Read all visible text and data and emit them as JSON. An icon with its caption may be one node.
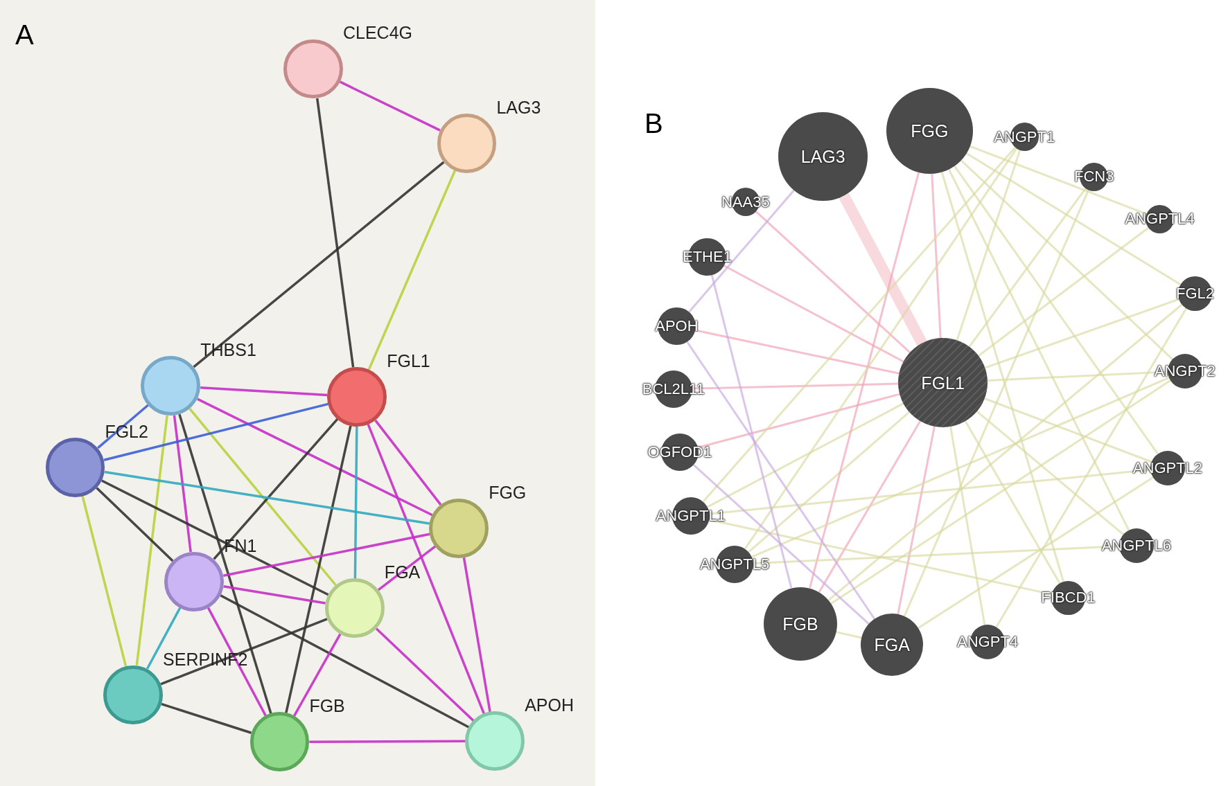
{
  "diagram": {
    "nodes": [
      {
        "text": [
          "CLEC4G"
        ]
      },
      {
        "text": [
          "LAG3"
        ]
      },
      {
        "text": [
          "THBS1"
        ]
      },
      {
        "text": [
          "FGL1"
        ]
      },
      {
        "text": [
          "FGL2"
        ]
      },
      {
        "text": [
          "FGG"
        ]
      },
      {
        "text": [
          "FN1"
        ]
      },
      {
        "text": [
          "FGA"
        ]
      },
      {
        "text": [
          "SERPINF2"
        ]
      },
      {
        "text": [
          "FGB"
        ]
      },
      {
        "text": [
          "APOH"
        ]
      },
      {
        "text": [
          "FGG"
        ]
      },
      {
        "text": [
          "LAG3"
        ]
      },
      {
        "text": [
          "ANGPT1"
        ]
      },
      {
        "text": [
          "FCN3"
        ]
      },
      {
        "text": [
          "NAA35"
        ]
      },
      {
        "text": [
          "ANGPTL4"
        ]
      },
      {
        "text": [
          "ETHE1"
        ]
      },
      {
        "text": [
          "FGL2"
        ]
      },
      {
        "text": [
          "APOH"
        ]
      },
      {
        "text": [
          "FGL1"
        ]
      },
      {
        "text": [
          "ANGPT2"
        ]
      },
      {
        "text": [
          "BCL2L11"
        ]
      },
      {
        "text": [
          "OGFOD1"
        ]
      },
      {
        "text": [
          "ANGPTL2"
        ]
      },
      {
        "text": [
          "ANGPTL1"
        ]
      },
      {
        "text": [
          "ANGPTL6"
        ]
      },
      {
        "text": [
          "ANGPTL5"
        ]
      },
      {
        "text": [
          "FIBCD1"
        ]
      },
      {
        "text": [
          "FGB"
        ]
      },
      {
        "text": [
          "ANGPT4"
        ]
      },
      {
        "text": [
          "FGA"
        ]
      }
    ],
    "edges": [
      {
        "from": 0,
        "to": 1,
        "arrow": "none",
        "color": "#c52fc5"
      },
      {
        "from": 0,
        "to": 3,
        "arrow": "none",
        "color": "#333333"
      },
      {
        "from": 1,
        "to": 3,
        "arrow": "none",
        "color": "#b8d13c"
      },
      {
        "from": 1,
        "to": 2,
        "arrow": "none",
        "color": "#333333"
      },
      {
        "from": 2,
        "to": 3,
        "arrow": "none",
        "color": "#c52fc5"
      },
      {
        "from": 2,
        "to": 4,
        "arrow": "none",
        "color": "#3b5fd6"
      },
      {
        "from": 2,
        "to": 6,
        "arrow": "none",
        "color": "#c52fc5"
      },
      {
        "from": 2,
        "to": 7,
        "arrow": "none",
        "color": "#b8d13c"
      },
      {
        "from": 2,
        "to": 5,
        "arrow": "none",
        "color": "#c52fc5"
      },
      {
        "from": 2,
        "to": 8,
        "arrow": "none",
        "color": "#b8d13c"
      },
      {
        "from": 2,
        "to": 9,
        "arrow": "none",
        "color": "#333333"
      },
      {
        "from": 3,
        "to": 4,
        "arrow": "none",
        "color": "#3b5fd6"
      },
      {
        "from": 3,
        "to": 6,
        "arrow": "none",
        "color": "#333333"
      },
      {
        "from": 3,
        "to": 5,
        "arrow": "none",
        "color": "#c52fc5"
      },
      {
        "from": 3,
        "to": 7,
        "arrow": "none",
        "color": "#30a8c0"
      },
      {
        "from": 3,
        "to": 9,
        "arrow": "none",
        "color": "#333333"
      },
      {
        "from": 3,
        "to": 10,
        "arrow": "none",
        "color": "#c52fc5"
      },
      {
        "from": 4,
        "to": 6,
        "arrow": "none",
        "color": "#333333"
      },
      {
        "from": 4,
        "to": 5,
        "arrow": "none",
        "color": "#30a8c0"
      },
      {
        "from": 4,
        "to": 7,
        "arrow": "none",
        "color": "#333333"
      },
      {
        "from": 4,
        "to": 8,
        "arrow": "none",
        "color": "#b8d13c"
      },
      {
        "from": 5,
        "to": 6,
        "arrow": "none",
        "color": "#c52fc5"
      },
      {
        "from": 5,
        "to": 7,
        "arrow": "none",
        "color": "#c52fc5"
      },
      {
        "from": 5,
        "to": 10,
        "arrow": "none",
        "color": "#c52fc5"
      },
      {
        "from": 6,
        "to": 7,
        "arrow": "none",
        "color": "#c52fc5"
      },
      {
        "from": 6,
        "to": 8,
        "arrow": "none",
        "color": "#30a8c0"
      },
      {
        "from": 6,
        "to": 9,
        "arrow": "none",
        "color": "#c52fc5"
      },
      {
        "from": 6,
        "to": 10,
        "arrow": "none",
        "color": "#333333"
      },
      {
        "from": 7,
        "to": 8,
        "arrow": "none",
        "color": "#333333"
      },
      {
        "from": 7,
        "to": 9,
        "arrow": "none",
        "color": "#c52fc5"
      },
      {
        "from": 7,
        "to": 10,
        "arrow": "none",
        "color": "#c52fc5"
      },
      {
        "from": 8,
        "to": 9,
        "arrow": "none",
        "color": "#333333"
      },
      {
        "from": 9,
        "to": 10,
        "arrow": "none",
        "color": "#c52fc5"
      },
      {
        "from": 20,
        "to": 12,
        "arrow": "none",
        "style": "thick",
        "color": "#f4c4cc"
      },
      {
        "from": 20,
        "to": 11,
        "arrow": "none",
        "color": "#f0a0b4"
      },
      {
        "from": 20,
        "to": 15,
        "arrow": "none",
        "color": "#f0a0b4"
      },
      {
        "from": 20,
        "to": 17,
        "arrow": "none",
        "color": "#f0a0b4"
      },
      {
        "from": 20,
        "to": 19,
        "arrow": "none",
        "color": "#f0a0b4"
      },
      {
        "from": 20,
        "to": 22,
        "arrow": "none",
        "color": "#f0a0b4"
      },
      {
        "from": 20,
        "to": 23,
        "arrow": "none",
        "color": "#f0a0b4"
      },
      {
        "from": 20,
        "to": 25,
        "arrow": "none",
        "color": "#d8d8a0"
      },
      {
        "from": 20,
        "to": 27,
        "arrow": "none",
        "color": "#d8d8a0"
      },
      {
        "from": 20,
        "to": 29,
        "arrow": "none",
        "color": "#f0a0b4"
      },
      {
        "from": 20,
        "to": 31,
        "arrow": "none",
        "color": "#f0a0b4"
      },
      {
        "from": 20,
        "to": 30,
        "arrow": "none",
        "color": "#d8d8a0"
      },
      {
        "from": 20,
        "to": 28,
        "arrow": "none",
        "color": "#d8d8a0"
      },
      {
        "from": 20,
        "to": 26,
        "arrow": "none",
        "color": "#d8d8a0"
      },
      {
        "from": 20,
        "to": 24,
        "arrow": "none",
        "color": "#d8d8a0"
      },
      {
        "from": 20,
        "to": 21,
        "arrow": "none",
        "color": "#d8d8a0"
      },
      {
        "from": 20,
        "to": 18,
        "arrow": "none",
        "color": "#d8d8a0"
      },
      {
        "from": 20,
        "to": 16,
        "arrow": "none",
        "color": "#d8d8a0"
      },
      {
        "from": 20,
        "to": 14,
        "arrow": "none",
        "color": "#d8d8a0"
      },
      {
        "from": 20,
        "to": 13,
        "arrow": "none",
        "color": "#d8d8a0"
      },
      {
        "from": 11,
        "to": 29,
        "arrow": "none",
        "color": "#f0a0b4"
      },
      {
        "from": 11,
        "to": 16,
        "arrow": "none",
        "color": "#d8d8a0"
      },
      {
        "from": 11,
        "to": 18,
        "arrow": "none",
        "color": "#d8d8a0"
      },
      {
        "from": 11,
        "to": 21,
        "arrow": "none",
        "color": "#d8d8a0"
      },
      {
        "from": 11,
        "to": 24,
        "arrow": "none",
        "color": "#d8d8a0"
      },
      {
        "from": 11,
        "to": 26,
        "arrow": "none",
        "color": "#d8d8a0"
      },
      {
        "from": 11,
        "to": 28,
        "arrow": "none",
        "color": "#d8d8a0"
      },
      {
        "from": 29,
        "to": 31,
        "arrow": "none",
        "color": "#d8d8a0"
      },
      {
        "from": 29,
        "to": 18,
        "arrow": "none",
        "color": "#d8d8a0"
      },
      {
        "from": 29,
        "to": 21,
        "arrow": "none",
        "color": "#d8d8a0"
      },
      {
        "from": 31,
        "to": 24,
        "arrow": "none",
        "color": "#d8d8a0"
      },
      {
        "from": 31,
        "to": 14,
        "arrow": "none",
        "color": "#d8d8a0"
      },
      {
        "from": 13,
        "to": 27,
        "arrow": "none",
        "color": "#d8d8a0"
      },
      {
        "from": 13,
        "to": 25,
        "arrow": "none",
        "color": "#d8d8a0"
      },
      {
        "from": 18,
        "to": 30,
        "arrow": "none",
        "color": "#d8d8a0"
      },
      {
        "from": 21,
        "to": 27,
        "arrow": "none",
        "color": "#d8d8a0"
      },
      {
        "from": 24,
        "to": 25,
        "arrow": "none",
        "color": "#d8d8a0"
      },
      {
        "from": 26,
        "to": 27,
        "arrow": "none",
        "color": "#d8d8a0"
      },
      {
        "from": 28,
        "to": 25,
        "arrow": "none",
        "color": "#d8d8a0"
      },
      {
        "from": 12,
        "to": 19,
        "arrow": "none",
        "color": "#c8a8e0"
      },
      {
        "from": 19,
        "to": 31,
        "arrow": "none",
        "color": "#c8a8e0"
      },
      {
        "from": 17,
        "to": 29,
        "arrow": "none",
        "color": "#c8a8e0"
      },
      {
        "from": 23,
        "to": 31,
        "arrow": "none",
        "color": "#c8a8e0"
      }
    ],
    "labels": [
      "A",
      "B"
    ]
  }
}
